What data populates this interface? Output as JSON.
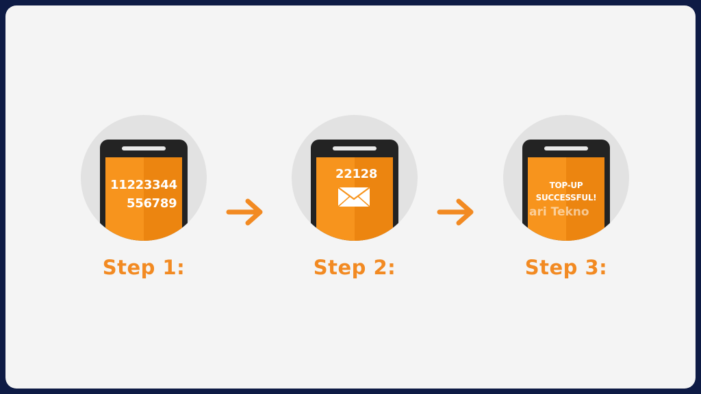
{
  "steps": [
    {
      "screen_lines": [
        "11223344",
        "556789"
      ],
      "label": "Step 1:"
    },
    {
      "screen_lines": [
        "22128"
      ],
      "label": "Step 2:",
      "icon": "envelope-icon"
    },
    {
      "screen_lines": [
        "TOP-UP",
        "SUCCESSFUL!"
      ],
      "label": "Step 3:"
    }
  ],
  "watermark": {
    "brand": "ari Tekno"
  },
  "colors": {
    "accent": "#f28a22",
    "screen": "#f7941d",
    "phone": "#232323",
    "circle": "#e2e2e2",
    "background": "#f4f4f4",
    "border": "#0e1b45"
  },
  "icons": [
    "arrow-right-icon",
    "envelope-icon"
  ]
}
